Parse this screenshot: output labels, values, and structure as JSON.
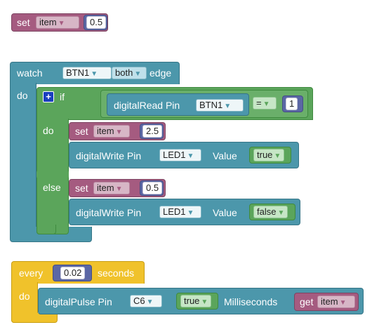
{
  "block_set_top": {
    "set_label": "set",
    "var_name": "item",
    "value": "0.5"
  },
  "watch": {
    "watch_label": "watch",
    "pin": "BTN1",
    "edge_mode": "both",
    "edge_label": "edge",
    "do_label": "do"
  },
  "if_block": {
    "if_label": "if",
    "do_label": "do",
    "else_label": "else",
    "read_label": "digitalRead Pin",
    "read_pin": "BTN1",
    "op": "=",
    "compare_value": "1"
  },
  "then_branch": {
    "set_label": "set",
    "var_name": "item",
    "value": "2.5",
    "write_label": "digitalWrite Pin",
    "write_pin": "LED1",
    "value_label": "Value",
    "write_value": "true"
  },
  "else_branch": {
    "set_label": "set",
    "var_name": "item",
    "value": "0.5",
    "write_label": "digitalWrite Pin",
    "write_pin": "LED1",
    "value_label": "Value",
    "write_value": "false"
  },
  "every": {
    "every_label": "every",
    "interval": "0.02",
    "seconds_label": "seconds",
    "do_label": "do",
    "pulse_label": "digitalPulse Pin",
    "pulse_pin": "C6",
    "pulse_value": "true",
    "ms_label": "Milliseconds",
    "get_label": "get",
    "get_var": "item"
  },
  "colors": {
    "variables": "#a55b80",
    "math": "#5b67a5",
    "io": "#4c97ab",
    "logic": "#5ba55b",
    "timer": "#f0c22b"
  },
  "icons": {
    "dropdown": "chevron-down-icon",
    "mutator": "plus-icon"
  }
}
